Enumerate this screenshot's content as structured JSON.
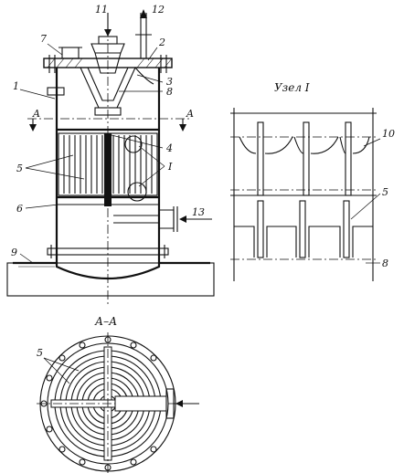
{
  "main_view": {
    "labels": {
      "l1": "1",
      "l2": "2",
      "l3": "3",
      "l4": "4",
      "l5": "5",
      "l6": "6",
      "l7": "7",
      "l8": "8",
      "l9": "9",
      "l11": "11",
      "l12": "12",
      "l13": "13",
      "detail_ref": "I",
      "section_a_left": "A",
      "section_a_right": "A"
    }
  },
  "detail_view": {
    "title": "Узел I",
    "labels": {
      "l10": "10",
      "l5": "5",
      "l8": "8"
    }
  },
  "section_view": {
    "title": "А–А",
    "labels": {
      "l5": "5"
    }
  }
}
